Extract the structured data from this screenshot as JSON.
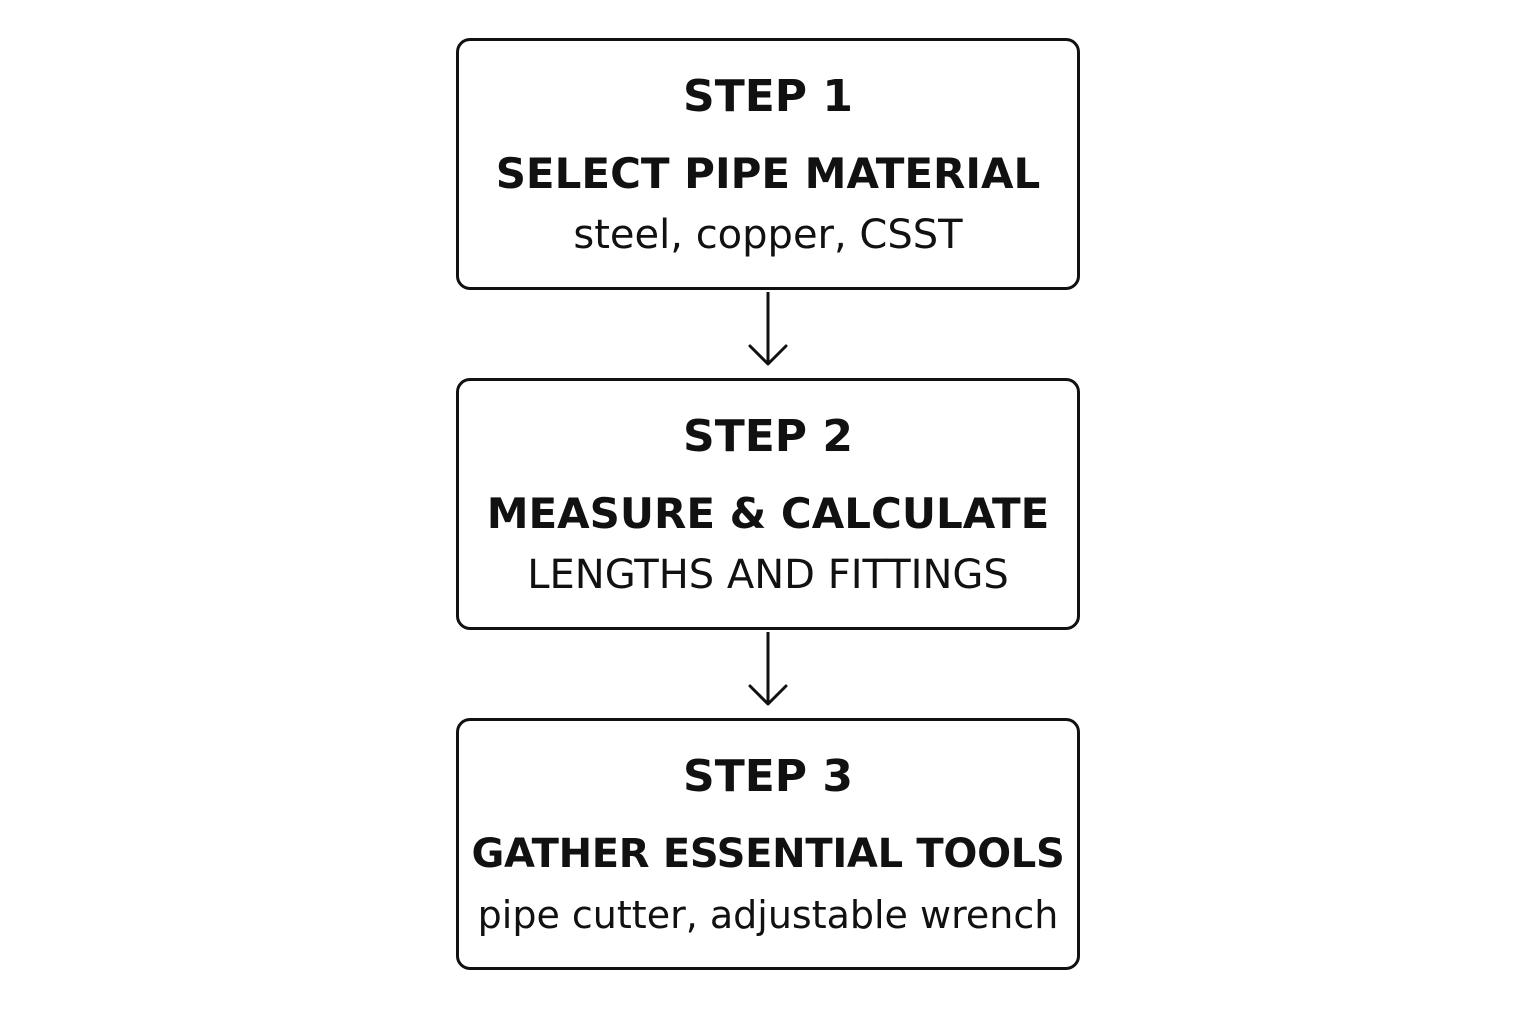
{
  "steps": [
    {
      "label": "STEP 1",
      "title": "SELECT PIPE MATERIAL",
      "description": "steel, copper, CSST"
    },
    {
      "label": "STEP 2",
      "title": "MEASURE & CALCULATE",
      "description": "LENGTHS AND FITTINGS"
    },
    {
      "label": "STEP 3",
      "title": "GATHER ESSENTIAL TOOLS",
      "description": "pipe cutter, adjustable wrench"
    }
  ],
  "colors": {
    "stroke": "#111111",
    "background": "#ffffff",
    "text": "#111111"
  }
}
